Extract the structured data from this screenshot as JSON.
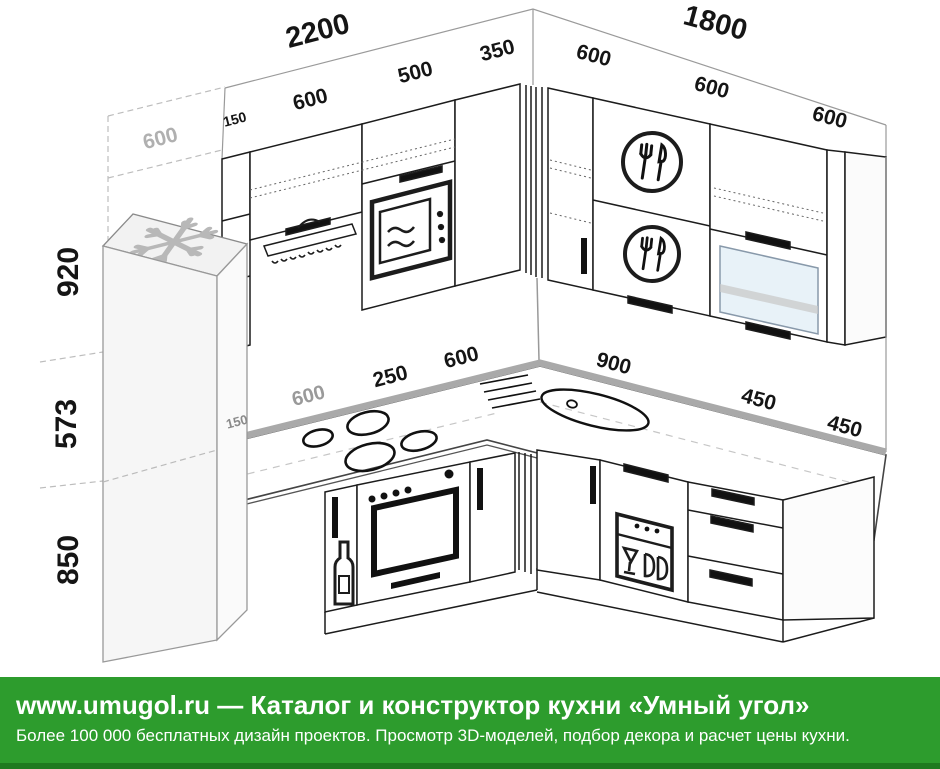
{
  "dims": {
    "total_left": "2200",
    "total_right": "1800",
    "top_150": "150",
    "top_600": "600",
    "top_500": "500",
    "top_350": "350",
    "right_600_1": "600",
    "right_600_2": "600",
    "right_600_3": "600",
    "fridge_space": "600",
    "h_920": "920",
    "h_573": "573",
    "h_850": "850",
    "mid_150": "150",
    "mid_600": "600",
    "mid_250": "250",
    "mid_600b": "600",
    "mid_900": "900",
    "mid_450a": "450",
    "mid_450b": "450"
  },
  "icons": {
    "fridge": "snowflake-icon",
    "hood": "extractor-hood-icon",
    "microwave": "microwave-icon",
    "dish_dryer": "fork-knife-icon",
    "glass_door": "glass-pane",
    "hob": "hob-burners-icon",
    "sink": "sink-icon",
    "oven": "oven-icon",
    "bottle_cargo": "bottle-icon",
    "dishwasher": "dishwasher-icon"
  },
  "colors": {
    "footer_bg": "#2d9c2d",
    "footer_stripe": "#1f7a1f",
    "backsplash_gray": "#a9a9a9",
    "dim_gray": "#9a9a9a",
    "glass_blue": "#e8f2f8"
  },
  "footer": {
    "line1": "www.umugol.ru — Каталог и конструктор кухни «Умный угол»",
    "line2": "Более 100 000 бесплатных дизайн проектов. Просмотр 3D-моделей, подбор декора и расчет цены кухни."
  }
}
